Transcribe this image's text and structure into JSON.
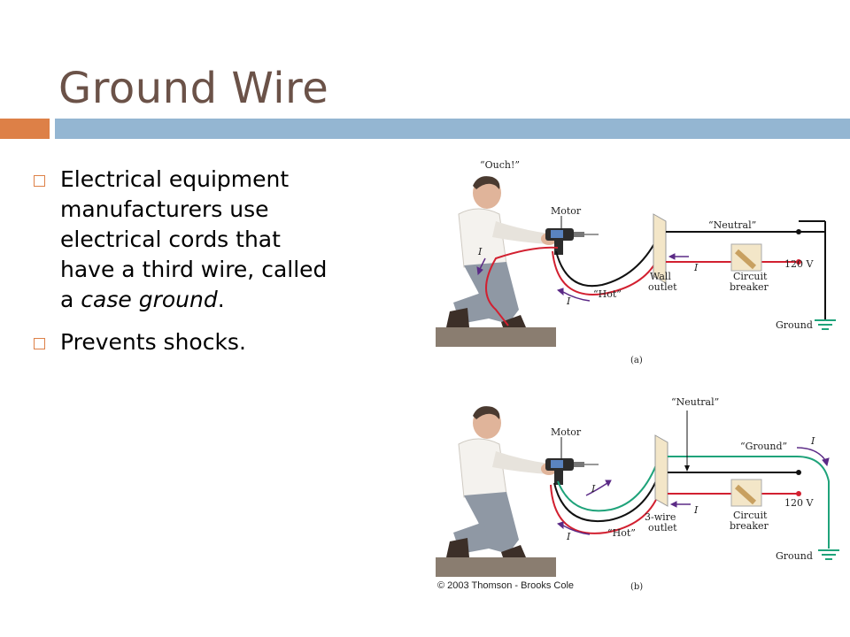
{
  "slide": {
    "title": "Ground Wire",
    "bullets": [
      {
        "text_before": "Electrical equipment manufacturers use electrical cords that have a third wire, called a ",
        "emphasis": "case ground",
        "text_after": "."
      },
      {
        "text": "Prevents shocks."
      }
    ]
  },
  "figure_a": {
    "ouch": "“Ouch!”",
    "motor": "Motor",
    "neutral": "“Neutral”",
    "wall_outlet": [
      "Wall",
      "outlet"
    ],
    "circuit_breaker": [
      "Circuit",
      "breaker"
    ],
    "voltage": "120 V",
    "hot": "“Hot”",
    "ground": "Ground",
    "current": "I",
    "panel": "(a)"
  },
  "figure_b": {
    "neutral": "“Neutral”",
    "motor": "Motor",
    "ground_wire": "“Ground”",
    "outlet": [
      "3-wire",
      "outlet"
    ],
    "circuit_breaker": [
      "Circuit",
      "breaker"
    ],
    "voltage": "120 V",
    "hot": "“Hot”",
    "ground": "Ground",
    "current": "I",
    "panel": "(b)"
  },
  "copyright": "© 2003 Thomson - Brooks Cole",
  "colors": {
    "title": "#6b5248",
    "accent_orange": "#dd8047",
    "accent_blue": "#94b6d2",
    "hot_wire": "#d22030",
    "ground_wire": "#1fa37a",
    "current_arrow": "#5b2a86"
  }
}
